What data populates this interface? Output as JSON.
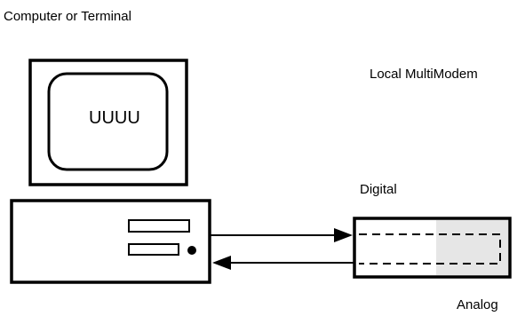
{
  "labels": {
    "computer": "Computer or Terminal",
    "screen_text": "UUUU",
    "local_modem": "Local MultiModem",
    "digital": "Digital",
    "analog": "Analog"
  },
  "colors": {
    "line": "#000000",
    "analog_fill": "#e6e6e6",
    "background": "#ffffff"
  }
}
